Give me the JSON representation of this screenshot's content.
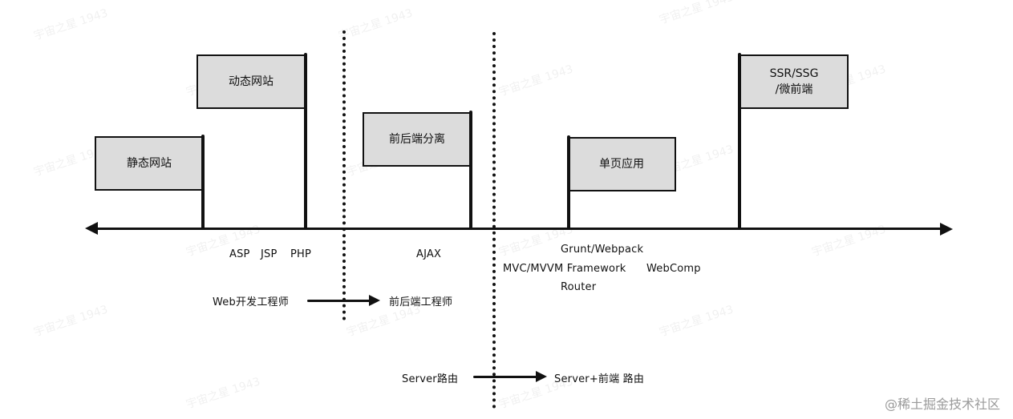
{
  "flags": {
    "static": "静态网站",
    "dynamic": "动态网站",
    "separation": "前后端分离",
    "spa": "单页应用",
    "ssr_line1": "SSR/SSG",
    "ssr_line2": "/微前端"
  },
  "tech": {
    "asp": "ASP",
    "jsp": "JSP",
    "php": "PHP",
    "ajax": "AJAX",
    "grunt": "Grunt/Webpack",
    "mvc": "MVC/MVVM Framework",
    "webcomp": "WebComp",
    "router": "Router"
  },
  "roles": {
    "from": "Web开发工程师",
    "to": "前后端工程师"
  },
  "routing": {
    "from": "Server路由",
    "to": "Server+前端 路由"
  },
  "watermark": "宇宙之星 1943",
  "footer": "@稀土掘金技术社区",
  "colors": {
    "flag_fill": "#dcdcdc",
    "stroke": "#111111",
    "footer_text": "#9a9a9a"
  }
}
